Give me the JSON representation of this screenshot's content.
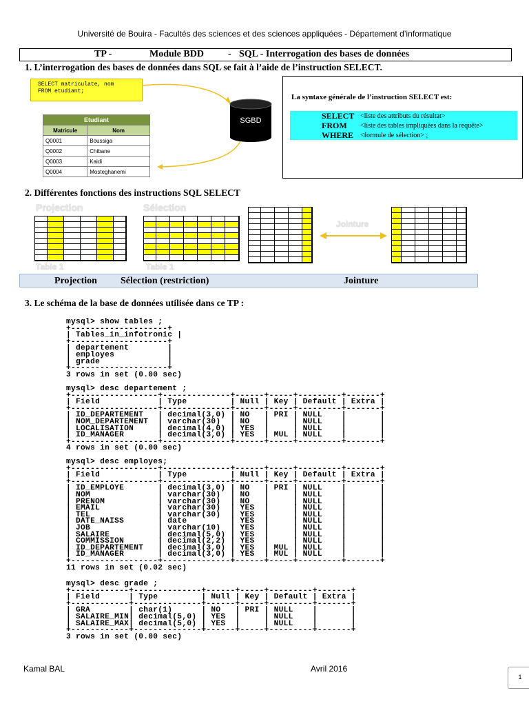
{
  "header": "Université de Bouira - Facultés des sciences et des sciences appliquées - Département d’informatique",
  "title": {
    "tp": "TP -",
    "module": "Module BDD",
    "dash": "-",
    "sql": "SQL - Interrogation des bases de données"
  },
  "section1": {
    "heading": "1.  L’interrogation des bases de données dans SQL se fait à l’aide de  l’instruction SELECT.",
    "sql_line1": "SELECT matriculate, nom",
    "sql_line2": "FROM    etudiant;",
    "sgbd": "SGBD",
    "table": {
      "name": "Etudiant",
      "headers": [
        "Matricule",
        "Nom"
      ],
      "rows": [
        [
          "Q0001",
          "Boussiga"
        ],
        [
          "Q0002",
          "Chibane"
        ],
        [
          "Q0003",
          "Kaidi"
        ],
        [
          "Q0004",
          "Mosteghanemi"
        ]
      ]
    },
    "syntax_title": "La syntaxe générale de l’instruction SELECT est:",
    "syntax": [
      {
        "kw": "SELECT",
        "text": "<liste des attributs du résultat>"
      },
      {
        "kw": "FROM",
        "text": "<liste des tables impliquées dans la requête>"
      },
      {
        "kw": "WHERE",
        "text": "<formule de sélection> ;"
      }
    ]
  },
  "section2": {
    "heading": "2.  Différentes fonctions des instructions SQL SELECT",
    "label_projection": "Projection",
    "label_selection": "Sélection",
    "label_jointure": "Jointure",
    "label_table1a": "Table 1",
    "label_table1b": "Table 1",
    "caption": [
      "Projection",
      "Sélection (restriction)",
      "Jointure"
    ]
  },
  "section3": {
    "heading": "3.  Le schéma de la base de données  utilisée dans ce TP :",
    "terminal_show": "mysql> show tables ;\n+--------------------+\n| Tables_in_infotronic |\n+--------------------+\n| departement        |\n| employes           |\n| grade              |\n+--------------------+\n3 rows in set (0.00 sec)",
    "terminal_departement": "mysql> desc departement ;\n+------------------+--------------+------+-----+---------+-------+\n| Field            | Type         | Null | Key | Default | Extra |\n+------------------+--------------+------+-----+---------+-------+\n| ID_DEPARTEMENT   | decimal(3,0) | NO   | PRI | NULL    |       |\n| NOM_DEPARTEMENT  | varchar(30)  | NO   |     | NULL    |       |\n| LOCALISATION     | decimal(4,0) | YES  |     | NULL    |       |\n| ID_MANAGER       | decimal(3,0) | YES  | MUL | NULL    |       |\n+------------------+--------------+------+-----+---------+-------+\n4 rows in set (0.00 sec)",
    "terminal_employes": "mysql> desc employes;\n+------------------+--------------+------+-----+---------+-------+\n| Field            | Type         | Null | Key | Default | Extra |\n+------------------+--------------+------+-----+---------+-------+\n| ID_EMPLOYE       | decimal(3,0) | NO   | PRI | NULL    |       |\n| NOM              | varchar(30)  | NO   |     | NULL    |       |\n| PRENOM           | varchar(30)  | NO   |     | NULL    |       |\n| EMAIL            | varchar(30)  | YES  |     | NULL    |       |\n| TEL              | varchar(30)  | YES  |     | NULL    |       |\n| DATE_NAISS       | date         | YES  |     | NULL    |       |\n| JOB              | varchar(10)  | YES  |     | NULL    |       |\n| SALAIRE          | decimal(5,0) | YES  |     | NULL    |       |\n| COMMISSION       | decimal(2,2) | YES  |     | NULL    |       |\n| ID_DEPARTEMENT   | decimal(3,0) | YES  | MUL | NULL    |       |\n| ID_MANAGER       | decimal(3,0) | YES  | MUL | NULL    |       |\n+------------------+--------------+------+-----+---------+-------+\n11 rows in set (0.02 sec)",
    "terminal_grade": "mysql> desc grade ;\n+------------+--------------+------+-----+---------+-------+\n| Field      | Type         | Null | Key | Default | Extra |\n+------------+--------------+------+-----+---------+-------+\n| GRA        | char(1)      | NO   | PRI | NULL    |       |\n| SALAIRE_MIN| decimal(5,0) | YES  |     | NULL    |       |\n| SALAIRE_MAX| decimal(5,0) | YES  |     | NULL    |       |\n+------------+--------------+------+-----+---------+-------+\n3 rows in set (0.00 sec)"
  },
  "footer": {
    "author": "Kamal BAL",
    "date": "Avril 2016",
    "page": "1"
  },
  "colors": {
    "highlight_yellow": "#ffff00",
    "cyan": "#33ffff",
    "caption_bg": "#dce6f2",
    "table_header_green": "#77933c",
    "arrow": "#f0c020"
  }
}
